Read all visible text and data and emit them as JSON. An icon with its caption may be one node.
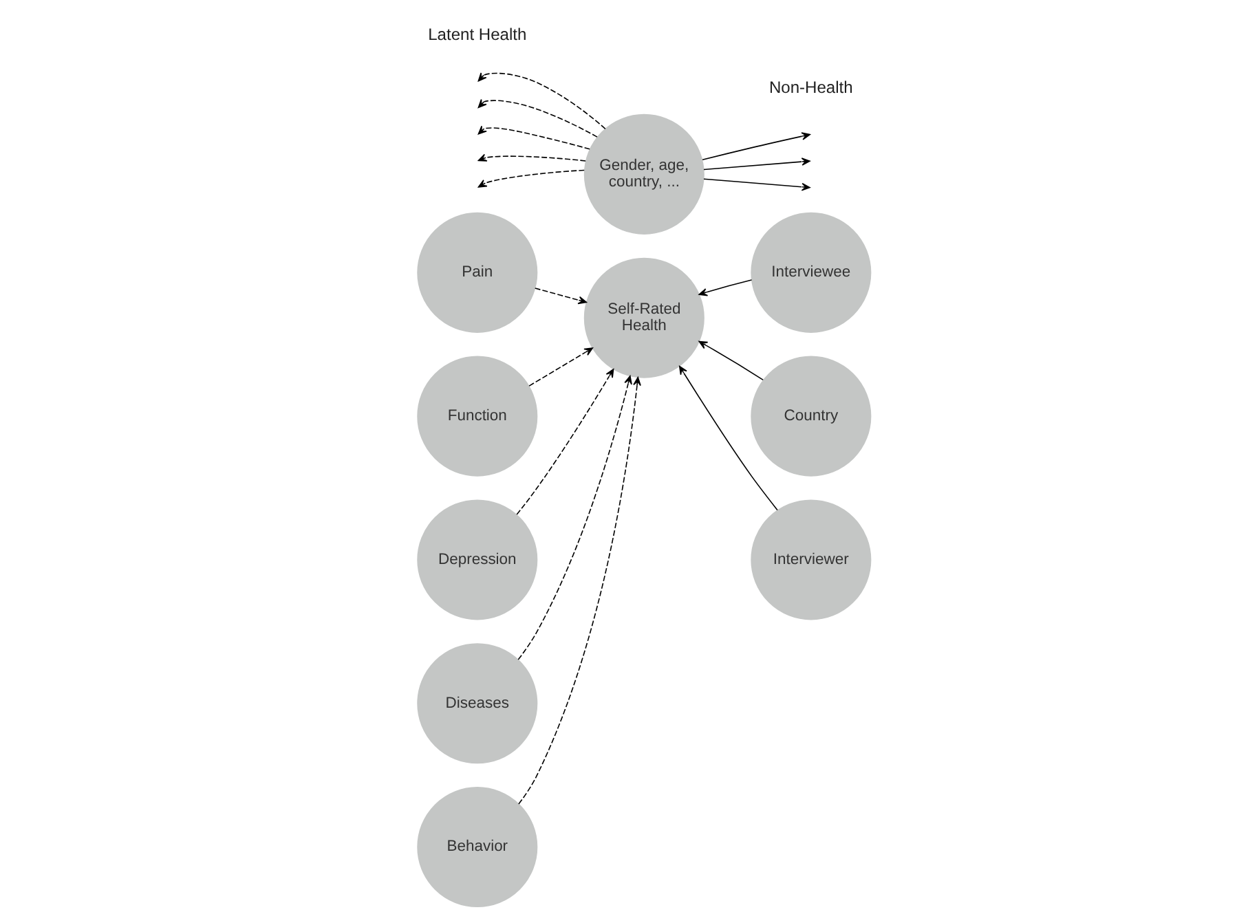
{
  "diagram": {
    "nodes": [
      {
        "text": [
          "Gender, age, country, ..."
        ]
      },
      {
        "text": [
          "Pain"
        ]
      },
      {
        "text": [
          "Function"
        ]
      },
      {
        "text": [
          "Depression"
        ]
      },
      {
        "text": [
          "Diseases"
        ]
      },
      {
        "text": [
          "Behavior"
        ]
      },
      {
        "text": [
          "Self-Rated Health"
        ]
      },
      {
        "text": [
          "Interviewee"
        ]
      },
      {
        "text": [
          "Country"
        ]
      },
      {
        "text": [
          "Interviewer"
        ]
      }
    ],
    "edges": [
      {
        "from": 1,
        "to": 6,
        "arrow": "to",
        "style": "dashed"
      },
      {
        "from": 2,
        "to": 6,
        "arrow": "to",
        "style": "dashed"
      },
      {
        "from": 3,
        "to": 6,
        "arrow": "to",
        "style": "dashed"
      },
      {
        "from": 4,
        "to": 6,
        "arrow": "to",
        "style": "dashed"
      },
      {
        "from": 5,
        "to": 6,
        "arrow": "to",
        "style": "dashed"
      },
      {
        "from": 7,
        "to": 6,
        "arrow": "to"
      },
      {
        "from": 8,
        "to": 6,
        "arrow": "to"
      },
      {
        "from": 9,
        "to": 6,
        "arrow": "to"
      },
      {
        "from": 0,
        "to": null,
        "arrow": "to",
        "style": "dashed"
      },
      {
        "from": 0,
        "to": null,
        "arrow": "to",
        "style": "dashed"
      },
      {
        "from": 0,
        "to": null,
        "arrow": "to",
        "style": "dashed"
      },
      {
        "from": 0,
        "to": null,
        "arrow": "to"
      },
      {
        "from": 0,
        "to": null,
        "arrow": "to",
        "style": "dashed"
      },
      {
        "from": 0,
        "to": null,
        "arrow": "to",
        "style": "dashed"
      },
      {
        "from": 0,
        "to": null,
        "arrow": "to"
      },
      {
        "from": 0,
        "to": null,
        "arrow": "to"
      }
    ],
    "labels": [
      "Latent Health",
      "Non-Health"
    ]
  }
}
